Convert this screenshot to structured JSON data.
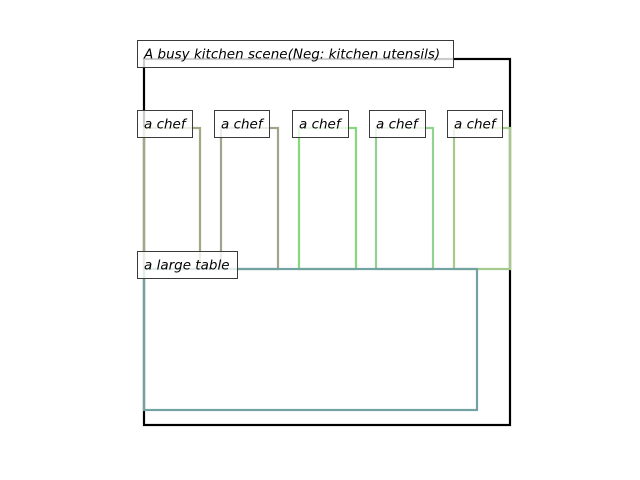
{
  "scene": {
    "caption": "A busy kitchen scene(Neg: kitchen utensils)",
    "frame_color": "#000000"
  },
  "regions": [
    {
      "label": "a chef",
      "color": "#a0a884"
    },
    {
      "label": "a chef",
      "color": "#9fa58a"
    },
    {
      "label": "a chef",
      "color": "#86d97a"
    },
    {
      "label": "a chef",
      "color": "#93d190"
    },
    {
      "label": "a chef",
      "color": "#a6c98c"
    },
    {
      "label": "a large table",
      "color": "#72a2a2"
    }
  ]
}
